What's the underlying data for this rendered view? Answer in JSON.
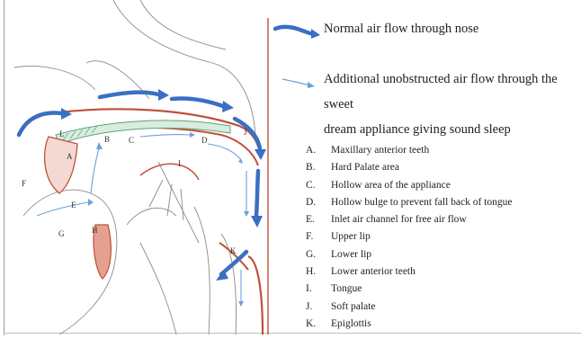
{
  "legend": {
    "normal_flow": "Normal air flow through nose",
    "additional_flow_line1": "Additional unobstructed air flow  through the sweet",
    "additional_flow_line2": "dream appliance giving sound sleep"
  },
  "key": [
    {
      "letter": "A.",
      "text": "Maxillary anterior teeth"
    },
    {
      "letter": "B.",
      "text": "Hard Palate area"
    },
    {
      "letter": "C.",
      "text": "Hollow area of the appliance"
    },
    {
      "letter": "D.",
      "text": "Hollow bulge to prevent fall back of tongue"
    },
    {
      "letter": "E.",
      "text": "Inlet air channel for free air flow"
    },
    {
      "letter": "F.",
      "text": "Upper lip"
    },
    {
      "letter": "G.",
      "text": "Lower lip"
    },
    {
      "letter": "H.",
      "text": "Lower anterior teeth"
    },
    {
      "letter": "I.",
      "text": "Tongue"
    },
    {
      "letter": "J.",
      "text": "Soft palate"
    },
    {
      "letter": "K.",
      "text": "Epiglottis"
    }
  ],
  "figure_labels": {
    "a": "A",
    "b": "B",
    "c": "C",
    "d": "D",
    "e": "E",
    "f": "F",
    "g": "G",
    "h": "H",
    "i": "I",
    "j": "J",
    "k": "K",
    "l": "L"
  },
  "colors": {
    "normal_flow": "#3a6fc4",
    "additional_flow": "#6d9fdc",
    "tissue_red": "#c0503a",
    "appliance_green": "#5fa37a",
    "sketch_grey": "#8a8a8a"
  }
}
